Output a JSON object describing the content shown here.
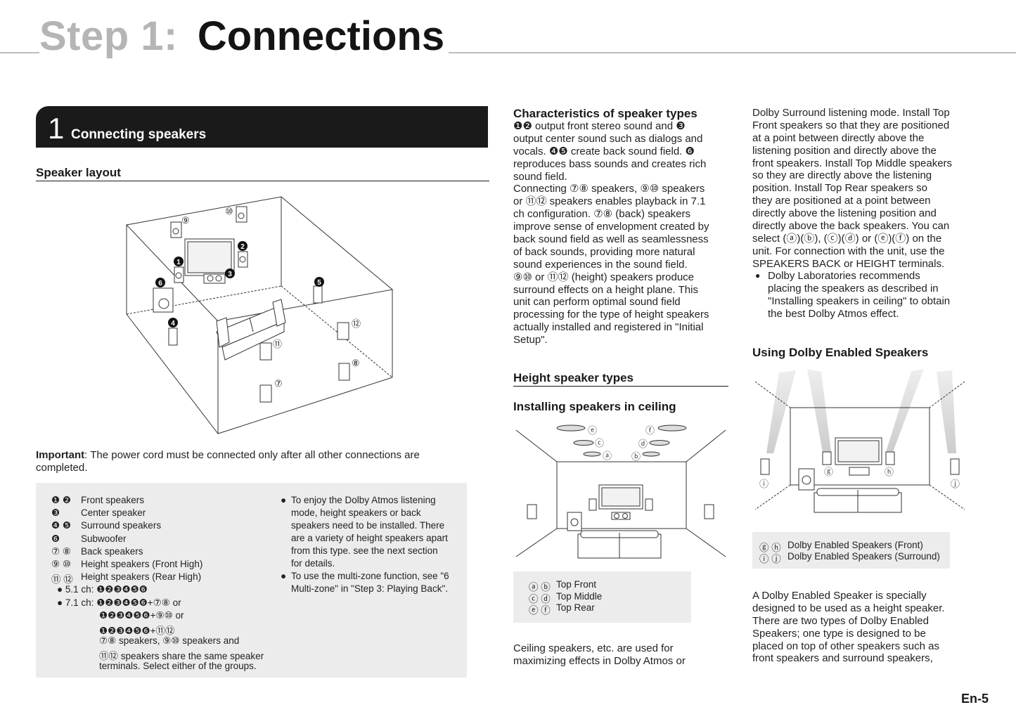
{
  "header": {
    "step_label": "Step 1:",
    "title": "Connections"
  },
  "section": {
    "number": "1",
    "title": "Connecting speakers"
  },
  "speaker_layout": {
    "heading": "Speaker layout",
    "labels": {
      "l1": "1",
      "l2": "2",
      "l3": "3",
      "l4": "4",
      "l5": "5",
      "l6": "6",
      "l7": "⑦",
      "l8": "⑧",
      "l9": "⑨",
      "l10": "⑩",
      "l11": "⑪",
      "l12": "⑫"
    }
  },
  "important": {
    "label": "Important",
    "text": ": The power cord must be connected only after all other connections are completed."
  },
  "legend": {
    "items": [
      {
        "marks": "❶ ❷",
        "text": "Front speakers"
      },
      {
        "marks": "❸",
        "text": "Center speaker"
      },
      {
        "marks": "❹ ❺",
        "text": "Surround speakers"
      },
      {
        "marks": "❻",
        "text": "Subwoofer"
      },
      {
        "marks": "⑦ ⑧",
        "text": "Back speakers"
      },
      {
        "marks": "⑨ ⑩",
        "text": "Height speakers (Front High)"
      },
      {
        "marks": "⑪ ⑫",
        "text": "Height speakers (Rear High)"
      }
    ],
    "configs": {
      "c51_label": "5.1 ch: ",
      "c51_value": "❶❷❸❹❺❻",
      "c71_label": "7.1 ch: ",
      "c71_line1": "❶❷❸❹❺❻+⑦⑧ or",
      "c71_line2": "❶❷❸❹❺❻+⑨⑩ or",
      "c71_line3": "❶❷❸❹❺❻+⑪⑫",
      "note_line1": "⑦⑧ speakers, ⑨⑩ speakers and",
      "note_line2": "⑪⑫ speakers share the same speaker",
      "note_line3": "terminals. Select either of the groups."
    },
    "notes": [
      [
        "To enjoy the Dolby Atmos listening",
        "mode, height speakers or back",
        "speakers need to be installed. There",
        "are a variety of height speakers apart",
        "from this type. see the next section",
        "for details."
      ],
      [
        "To use the multi-zone function, see \"6",
        "Multi-zone\" in \"Step 3:  Playing Back\"."
      ]
    ]
  },
  "characteristics": {
    "heading": "Characteristics of speaker types",
    "lines": [
      "❶❷ output front stereo sound and ❸",
      "output center sound such as dialogs and",
      "vocals. ❹❺ create back sound field. ❻",
      "reproduces bass sounds and creates rich",
      "sound field.",
      "Connecting ⑦⑧ speakers, ⑨⑩ speakers",
      "or ⑪⑫ speakers enables playback in 7.1",
      "ch configuration. ⑦⑧ (back) speakers",
      "improve sense of envelopment created by",
      "back sound field as well as seamlessness",
      "of back sounds, providing more natural",
      "sound experiences in the sound field.",
      "⑨⑩ or ⑪⑫ (height) speakers produce",
      "surround effects on a height plane. This",
      "unit can perform optimal sound field",
      "processing for the type of height speakers",
      "actually installed and registered in \"Initial",
      "Setup\"."
    ]
  },
  "height_types": {
    "heading": "Height speaker types",
    "ceiling_heading": "Installing speakers in ceiling",
    "ceiling_marks": {
      "a": "ⓐ",
      "b": "ⓑ",
      "c": "ⓒ",
      "d": "ⓓ",
      "e": "ⓔ",
      "f": "ⓕ"
    },
    "ceiling_legend": [
      {
        "marks": "ⓐ ⓑ",
        "text": "Top Front"
      },
      {
        "marks": "ⓒ ⓓ",
        "text": "Top Middle"
      },
      {
        "marks": "ⓔ ⓕ",
        "text": "Top Rear"
      }
    ],
    "ceiling_text": [
      "Ceiling speakers, etc. are used for",
      "maximizing effects in Dolby Atmos or"
    ]
  },
  "right_column": {
    "lines": [
      "Dolby Surround listening mode. Install Top",
      "Front speakers so that they are positioned",
      "at a point between directly above the",
      "listening position and directly above the",
      "front speakers. Install Top Middle speakers",
      "so they are directly above the listening",
      "position. Install Top Rear speakers so",
      "they are positioned at a point between",
      "directly above the listening position and",
      "directly above the back speakers. You can",
      "select (ⓐ)(ⓑ), (ⓒ)(ⓓ) or (ⓔ)(ⓕ) on the",
      "unit. For connection with the unit, use the",
      "SPEAKERS BACK or HEIGHT terminals."
    ],
    "bullet": [
      "Dolby Laboratories recommends",
      "placing the speakers as described in",
      "\"Installing speakers in ceiling\" to obtain",
      "the best Dolby Atmos effect."
    ],
    "dolby_heading": "Using Dolby Enabled Speakers",
    "dolby_marks": {
      "g": "ⓖ",
      "h": "ⓗ",
      "i": "ⓘ",
      "j": "ⓙ"
    },
    "dolby_legend": [
      {
        "marks": "ⓖ ⓗ",
        "text": "Dolby Enabled Speakers (Front)"
      },
      {
        "marks": "ⓘ ⓙ",
        "text": "Dolby Enabled Speakers (Surround)"
      }
    ],
    "dolby_text": [
      "A Dolby Enabled Speaker is specially",
      "designed to be used as a height speaker.",
      "There are two types of Dolby Enabled",
      "Speakers; one type is designed to be",
      "placed on top of other speakers such as",
      "front speakers and surround speakers,"
    ]
  },
  "footer": {
    "page": "En-5"
  }
}
